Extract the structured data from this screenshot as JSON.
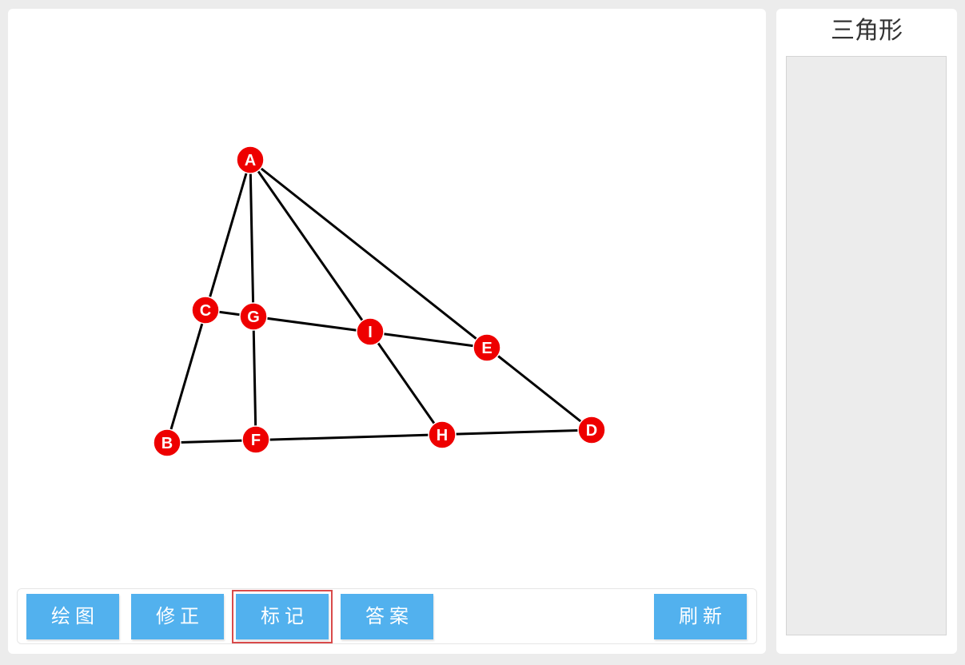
{
  "side": {
    "title": "三角形"
  },
  "toolbar": {
    "draw_label": "绘图",
    "fix_label": "修正",
    "mark_label": "标记",
    "answer_label": "答案",
    "refresh_label": "刷新",
    "selected": "mark"
  },
  "colors": {
    "point_fill": "#ee0000",
    "edge": "#000000",
    "button": "#52b1ee",
    "selection_outline": "#d94a4a"
  },
  "diagram": {
    "points": [
      "A",
      "B",
      "C",
      "D",
      "E",
      "F",
      "G",
      "H",
      "I"
    ],
    "segments": [
      [
        "A",
        "B"
      ],
      [
        "A",
        "D"
      ],
      [
        "A",
        "F"
      ],
      [
        "A",
        "H"
      ],
      [
        "B",
        "D"
      ],
      [
        "C",
        "E"
      ]
    ]
  }
}
